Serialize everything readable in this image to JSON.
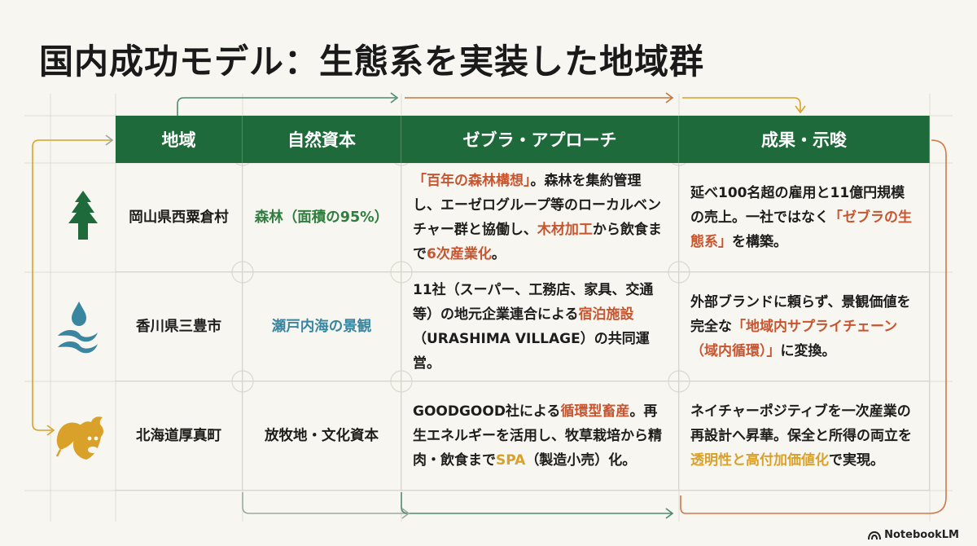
{
  "title": "国内成功モデル：生態系を実装した地域群",
  "headers": [
    "地域",
    "自然資本",
    "ゼブラ・アプローチ",
    "成果・示唆"
  ],
  "rows": [
    {
      "icon": "tree-icon",
      "region": "岡山県西粟倉村",
      "capital": "森林（面積の95%）",
      "capital_color": "#2f7d3f",
      "approach": [
        {
          "t": "「百年の森林構想」",
          "c": "red"
        },
        {
          "t": "。森林を集約管理し、エーゼログループ等のローカルベンチャー群と協働し、",
          "c": ""
        },
        {
          "t": "木材加工",
          "c": "red"
        },
        {
          "t": "から飲食まで",
          "c": ""
        },
        {
          "t": "6次産業化",
          "c": "red"
        },
        {
          "t": "。",
          "c": ""
        }
      ],
      "result": [
        {
          "t": "延べ100名超の雇用と11億円規模の売上。一社ではなく",
          "c": ""
        },
        {
          "t": "「ゼブラの生態系」",
          "c": "red"
        },
        {
          "t": "を構築。",
          "c": ""
        }
      ]
    },
    {
      "icon": "water-wave-icon",
      "region": "香川県三豊市",
      "capital": "瀬戸内海の景観",
      "capital_color": "#3a86a0",
      "approach": [
        {
          "t": "11社（スーパー、工務店、家具、交通等）の地元企業連合による",
          "c": ""
        },
        {
          "t": "宿泊施設",
          "c": "red"
        },
        {
          "t": "（URASHIMA VILLAGE）の共同運営。",
          "c": ""
        }
      ],
      "result": [
        {
          "t": "外部ブランドに頼らず、景観価値を完全な",
          "c": ""
        },
        {
          "t": "「地域内サプライチェーン（域内循環）」",
          "c": "red"
        },
        {
          "t": "に変換。",
          "c": ""
        }
      ]
    },
    {
      "icon": "cow-leaf-icon",
      "region": "北海道厚真町",
      "capital": "放牧地・文化資本",
      "capital_color": "#1d1d1b",
      "approach": [
        {
          "t": "GOODGOOD社による",
          "c": ""
        },
        {
          "t": "循環型畜産",
          "c": "red"
        },
        {
          "t": "。再生エネルギーを活用し、牧草栽培から精肉・飲食まで",
          "c": ""
        },
        {
          "t": "SPA",
          "c": "gold"
        },
        {
          "t": "（製造小売）化。",
          "c": ""
        }
      ],
      "result": [
        {
          "t": "ネイチャーポジティブを一次産業の再設計へ昇華。保全と所得の両立を",
          "c": ""
        },
        {
          "t": "透明性と高付加価値化",
          "c": "gold"
        },
        {
          "t": "で実現。",
          "c": ""
        }
      ]
    }
  ],
  "colors": {
    "header_bg": "#1f6a3a",
    "red": "#c7552f",
    "green": "#2f7d3f",
    "blue": "#3a86a0",
    "gold": "#d9a12a"
  },
  "brand": "NotebookLM"
}
